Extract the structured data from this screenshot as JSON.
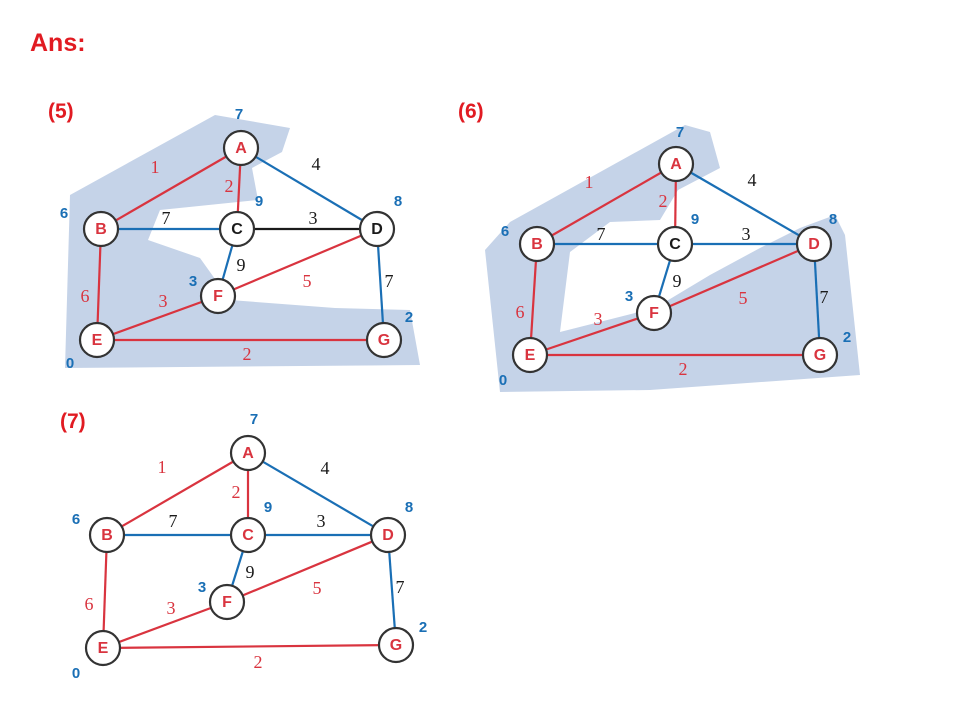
{
  "title": "Ans:",
  "colors": {
    "red": "#d9343f",
    "blue": "#1a6fb5",
    "black": "#1a1a1a",
    "shade": "#c5d3e8",
    "node_stroke": "#333333"
  },
  "panels": [
    {
      "label": "(5)",
      "nodes": [
        {
          "id": "A",
          "dist": "7",
          "label_color": "red"
        },
        {
          "id": "B",
          "dist": "6",
          "label_color": "red"
        },
        {
          "id": "C",
          "dist": "9",
          "label_color": "black"
        },
        {
          "id": "D",
          "dist": "8",
          "label_color": "black"
        },
        {
          "id": "E",
          "dist": "0",
          "label_color": "red"
        },
        {
          "id": "F",
          "dist": "3",
          "label_color": "red"
        },
        {
          "id": "G",
          "dist": "2",
          "label_color": "red"
        }
      ],
      "edges": [
        {
          "from": "A",
          "to": "B",
          "weight": "1",
          "color": "red"
        },
        {
          "from": "A",
          "to": "C",
          "weight": "2",
          "color": "red"
        },
        {
          "from": "A",
          "to": "D",
          "weight": "4",
          "color": "blue"
        },
        {
          "from": "B",
          "to": "C",
          "weight": "7",
          "color": "blue"
        },
        {
          "from": "C",
          "to": "D",
          "weight": "3",
          "color": "black"
        },
        {
          "from": "C",
          "to": "F",
          "weight": "9",
          "color": "blue"
        },
        {
          "from": "F",
          "to": "D",
          "weight": "5",
          "color": "red"
        },
        {
          "from": "D",
          "to": "G",
          "weight": "7",
          "color": "blue"
        },
        {
          "from": "B",
          "to": "E",
          "weight": "6",
          "color": "red"
        },
        {
          "from": "E",
          "to": "F",
          "weight": "3",
          "color": "red"
        },
        {
          "from": "E",
          "to": "G",
          "weight": "2",
          "color": "red"
        }
      ]
    },
    {
      "label": "(6)",
      "nodes": [
        {
          "id": "A",
          "dist": "7",
          "label_color": "red"
        },
        {
          "id": "B",
          "dist": "6",
          "label_color": "red"
        },
        {
          "id": "C",
          "dist": "9",
          "label_color": "black"
        },
        {
          "id": "D",
          "dist": "8",
          "label_color": "red"
        },
        {
          "id": "E",
          "dist": "0",
          "label_color": "red"
        },
        {
          "id": "F",
          "dist": "3",
          "label_color": "red"
        },
        {
          "id": "G",
          "dist": "2",
          "label_color": "red"
        }
      ],
      "edges": [
        {
          "from": "A",
          "to": "B",
          "weight": "1",
          "color": "red"
        },
        {
          "from": "A",
          "to": "C",
          "weight": "2",
          "color": "red"
        },
        {
          "from": "A",
          "to": "D",
          "weight": "4",
          "color": "blue"
        },
        {
          "from": "B",
          "to": "C",
          "weight": "7",
          "color": "blue"
        },
        {
          "from": "C",
          "to": "D",
          "weight": "3",
          "color": "blue"
        },
        {
          "from": "C",
          "to": "F",
          "weight": "9",
          "color": "blue"
        },
        {
          "from": "F",
          "to": "D",
          "weight": "5",
          "color": "red"
        },
        {
          "from": "D",
          "to": "G",
          "weight": "7",
          "color": "blue"
        },
        {
          "from": "B",
          "to": "E",
          "weight": "6",
          "color": "red"
        },
        {
          "from": "E",
          "to": "F",
          "weight": "3",
          "color": "red"
        },
        {
          "from": "E",
          "to": "G",
          "weight": "2",
          "color": "red"
        }
      ]
    },
    {
      "label": "(7)",
      "nodes": [
        {
          "id": "A",
          "dist": "7",
          "label_color": "red"
        },
        {
          "id": "B",
          "dist": "6",
          "label_color": "red"
        },
        {
          "id": "C",
          "dist": "9",
          "label_color": "red"
        },
        {
          "id": "D",
          "dist": "8",
          "label_color": "red"
        },
        {
          "id": "E",
          "dist": "0",
          "label_color": "red"
        },
        {
          "id": "F",
          "dist": "3",
          "label_color": "red"
        },
        {
          "id": "G",
          "dist": "2",
          "label_color": "red"
        }
      ],
      "edges": [
        {
          "from": "A",
          "to": "B",
          "weight": "1",
          "color": "red"
        },
        {
          "from": "A",
          "to": "C",
          "weight": "2",
          "color": "red"
        },
        {
          "from": "A",
          "to": "D",
          "weight": "4",
          "color": "blue"
        },
        {
          "from": "B",
          "to": "C",
          "weight": "7",
          "color": "blue"
        },
        {
          "from": "C",
          "to": "D",
          "weight": "3",
          "color": "blue"
        },
        {
          "from": "C",
          "to": "F",
          "weight": "9",
          "color": "blue"
        },
        {
          "from": "F",
          "to": "D",
          "weight": "5",
          "color": "red"
        },
        {
          "from": "D",
          "to": "G",
          "weight": "7",
          "color": "blue"
        },
        {
          "from": "B",
          "to": "E",
          "weight": "6",
          "color": "red"
        },
        {
          "from": "E",
          "to": "F",
          "weight": "3",
          "color": "red"
        },
        {
          "from": "E",
          "to": "G",
          "weight": "2",
          "color": "red"
        }
      ]
    }
  ]
}
